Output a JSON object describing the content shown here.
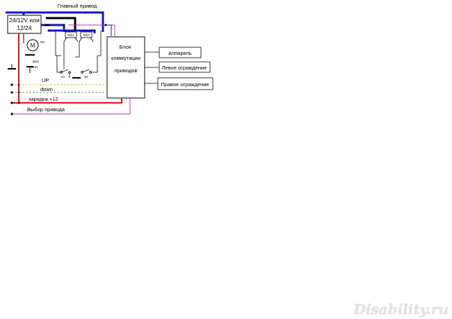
{
  "labels": {
    "main_drive": "Главный привод",
    "power_line1": "24/12V или",
    "power_line2": "12/24",
    "motor": "M",
    "motor_ref": "M1",
    "relay1": "Rel1",
    "relay2": "Rel2",
    "battery_ref": "Bat1",
    "battery_voltage": "12V",
    "switch1": "S1",
    "switch2": "S2",
    "block_line1": "Блок",
    "block_line2": "коммутации",
    "block_line3": "приводов",
    "up": "UP",
    "down": "down",
    "charge": "зарядка +12",
    "drive_select": "Выбор привода"
  },
  "outputs": {
    "apparel": "Аппарель",
    "left_fence": "Левое ограждение",
    "right_fence": "Правое ограждение"
  },
  "watermark": "Disability.ru",
  "colors": {
    "main_bus": "#1414c8",
    "ground": "#000000",
    "charge_wire": "#e01010",
    "select_wire": "#a040a0",
    "up_wire": "#d8c020",
    "down_wire": "#40b040",
    "watermark": "#e6e6e6"
  }
}
